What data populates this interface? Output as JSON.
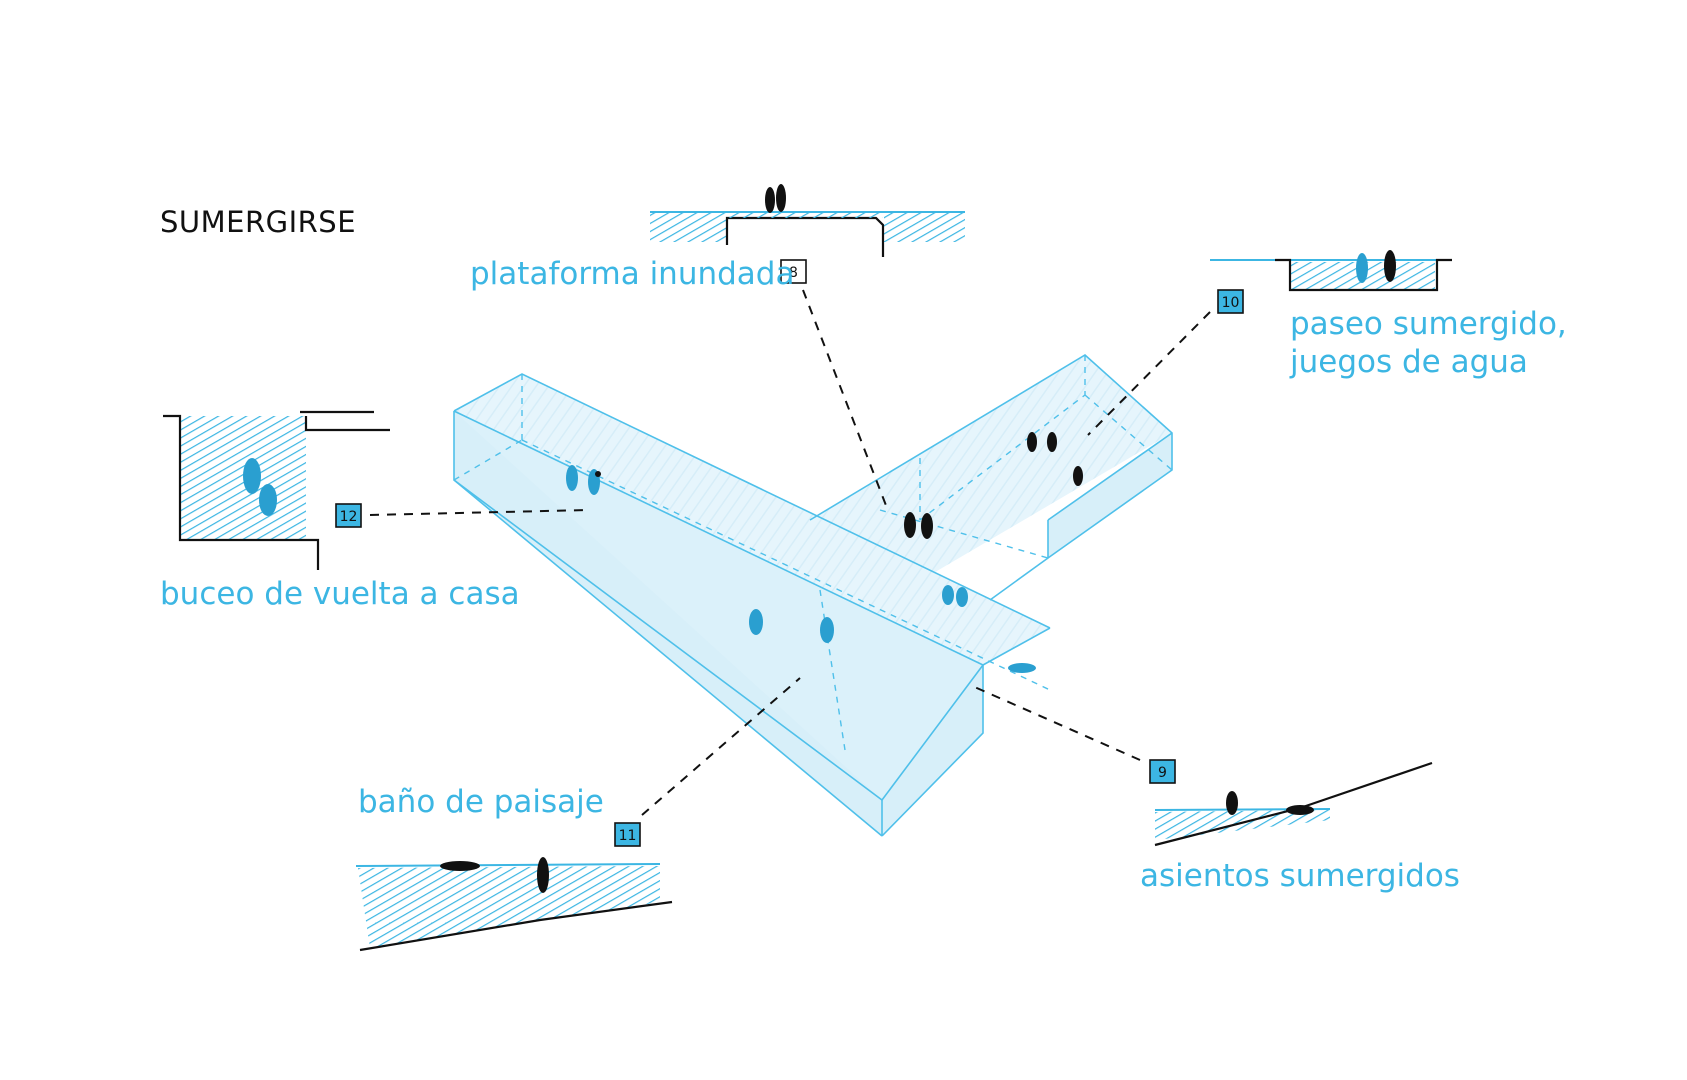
{
  "title": "SUMERGIRSE",
  "colors": {
    "accent": "#3cb6e3",
    "ink": "#111111",
    "water_fill": "#e4f4fb"
  },
  "callouts": [
    {
      "id": "platform",
      "number": "8",
      "label": "plataforma inundada",
      "box_style": "white"
    },
    {
      "id": "seats",
      "number": "9",
      "label": "asientos sumergidos",
      "box_style": "blue"
    },
    {
      "id": "walk",
      "number": "10",
      "label_line1": "paseo sumergido,",
      "label_line2": "juegos de agua",
      "box_style": "blue"
    },
    {
      "id": "bath",
      "number": "11",
      "label": "baño de paisaje",
      "box_style": "blue"
    },
    {
      "id": "dive",
      "number": "12",
      "label": "buceo de vuelta a casa",
      "box_style": "blue"
    }
  ]
}
